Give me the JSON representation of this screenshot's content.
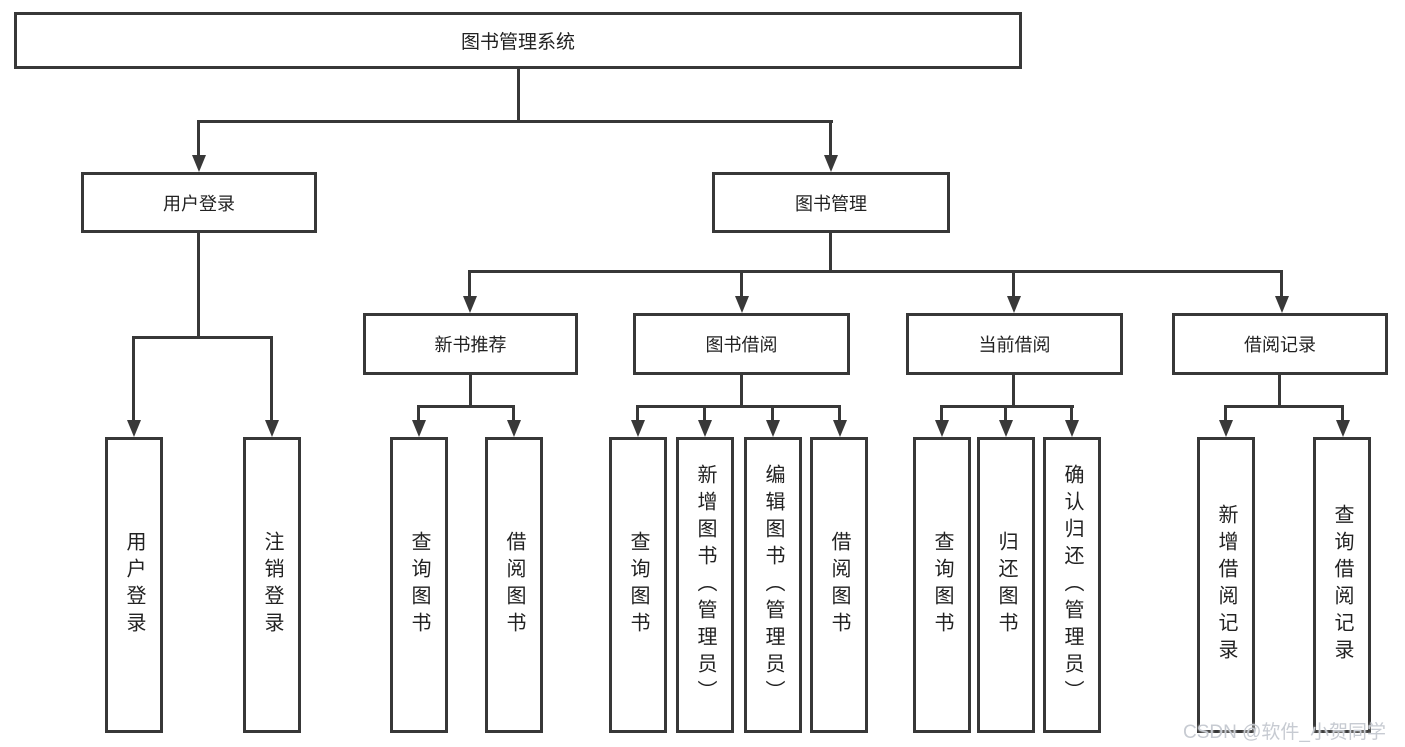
{
  "diagram_title": "图书管理系统",
  "tree": {
    "root": {
      "label": "图书管理系统"
    },
    "user_login": {
      "label": "用户登录",
      "children": [
        "用户登录",
        "注销登录"
      ]
    },
    "book_mgmt": {
      "label": "图书管理"
    },
    "new_book_rec": {
      "label": "新书推荐",
      "children": [
        "查询图书",
        "借阅图书"
      ]
    },
    "book_borrow": {
      "label": "图书借阅",
      "children": [
        "查询图书",
        "新增图书（管理员）",
        "编辑图书（管理员）",
        "借阅图书"
      ]
    },
    "current_borrow": {
      "label": "当前借阅",
      "children": [
        "查询图书",
        "归还图书",
        "确认归还（管理员）"
      ]
    },
    "borrow_record": {
      "label": "借阅记录",
      "children": [
        "新增借阅记录",
        "查询借阅记录"
      ]
    }
  },
  "watermark": {
    "text": "CSDN @软件_小贺同学"
  },
  "colors": {
    "line": "#383838",
    "text": "#222222",
    "background": "#ffffff",
    "watermark": "#c7cbd2"
  }
}
